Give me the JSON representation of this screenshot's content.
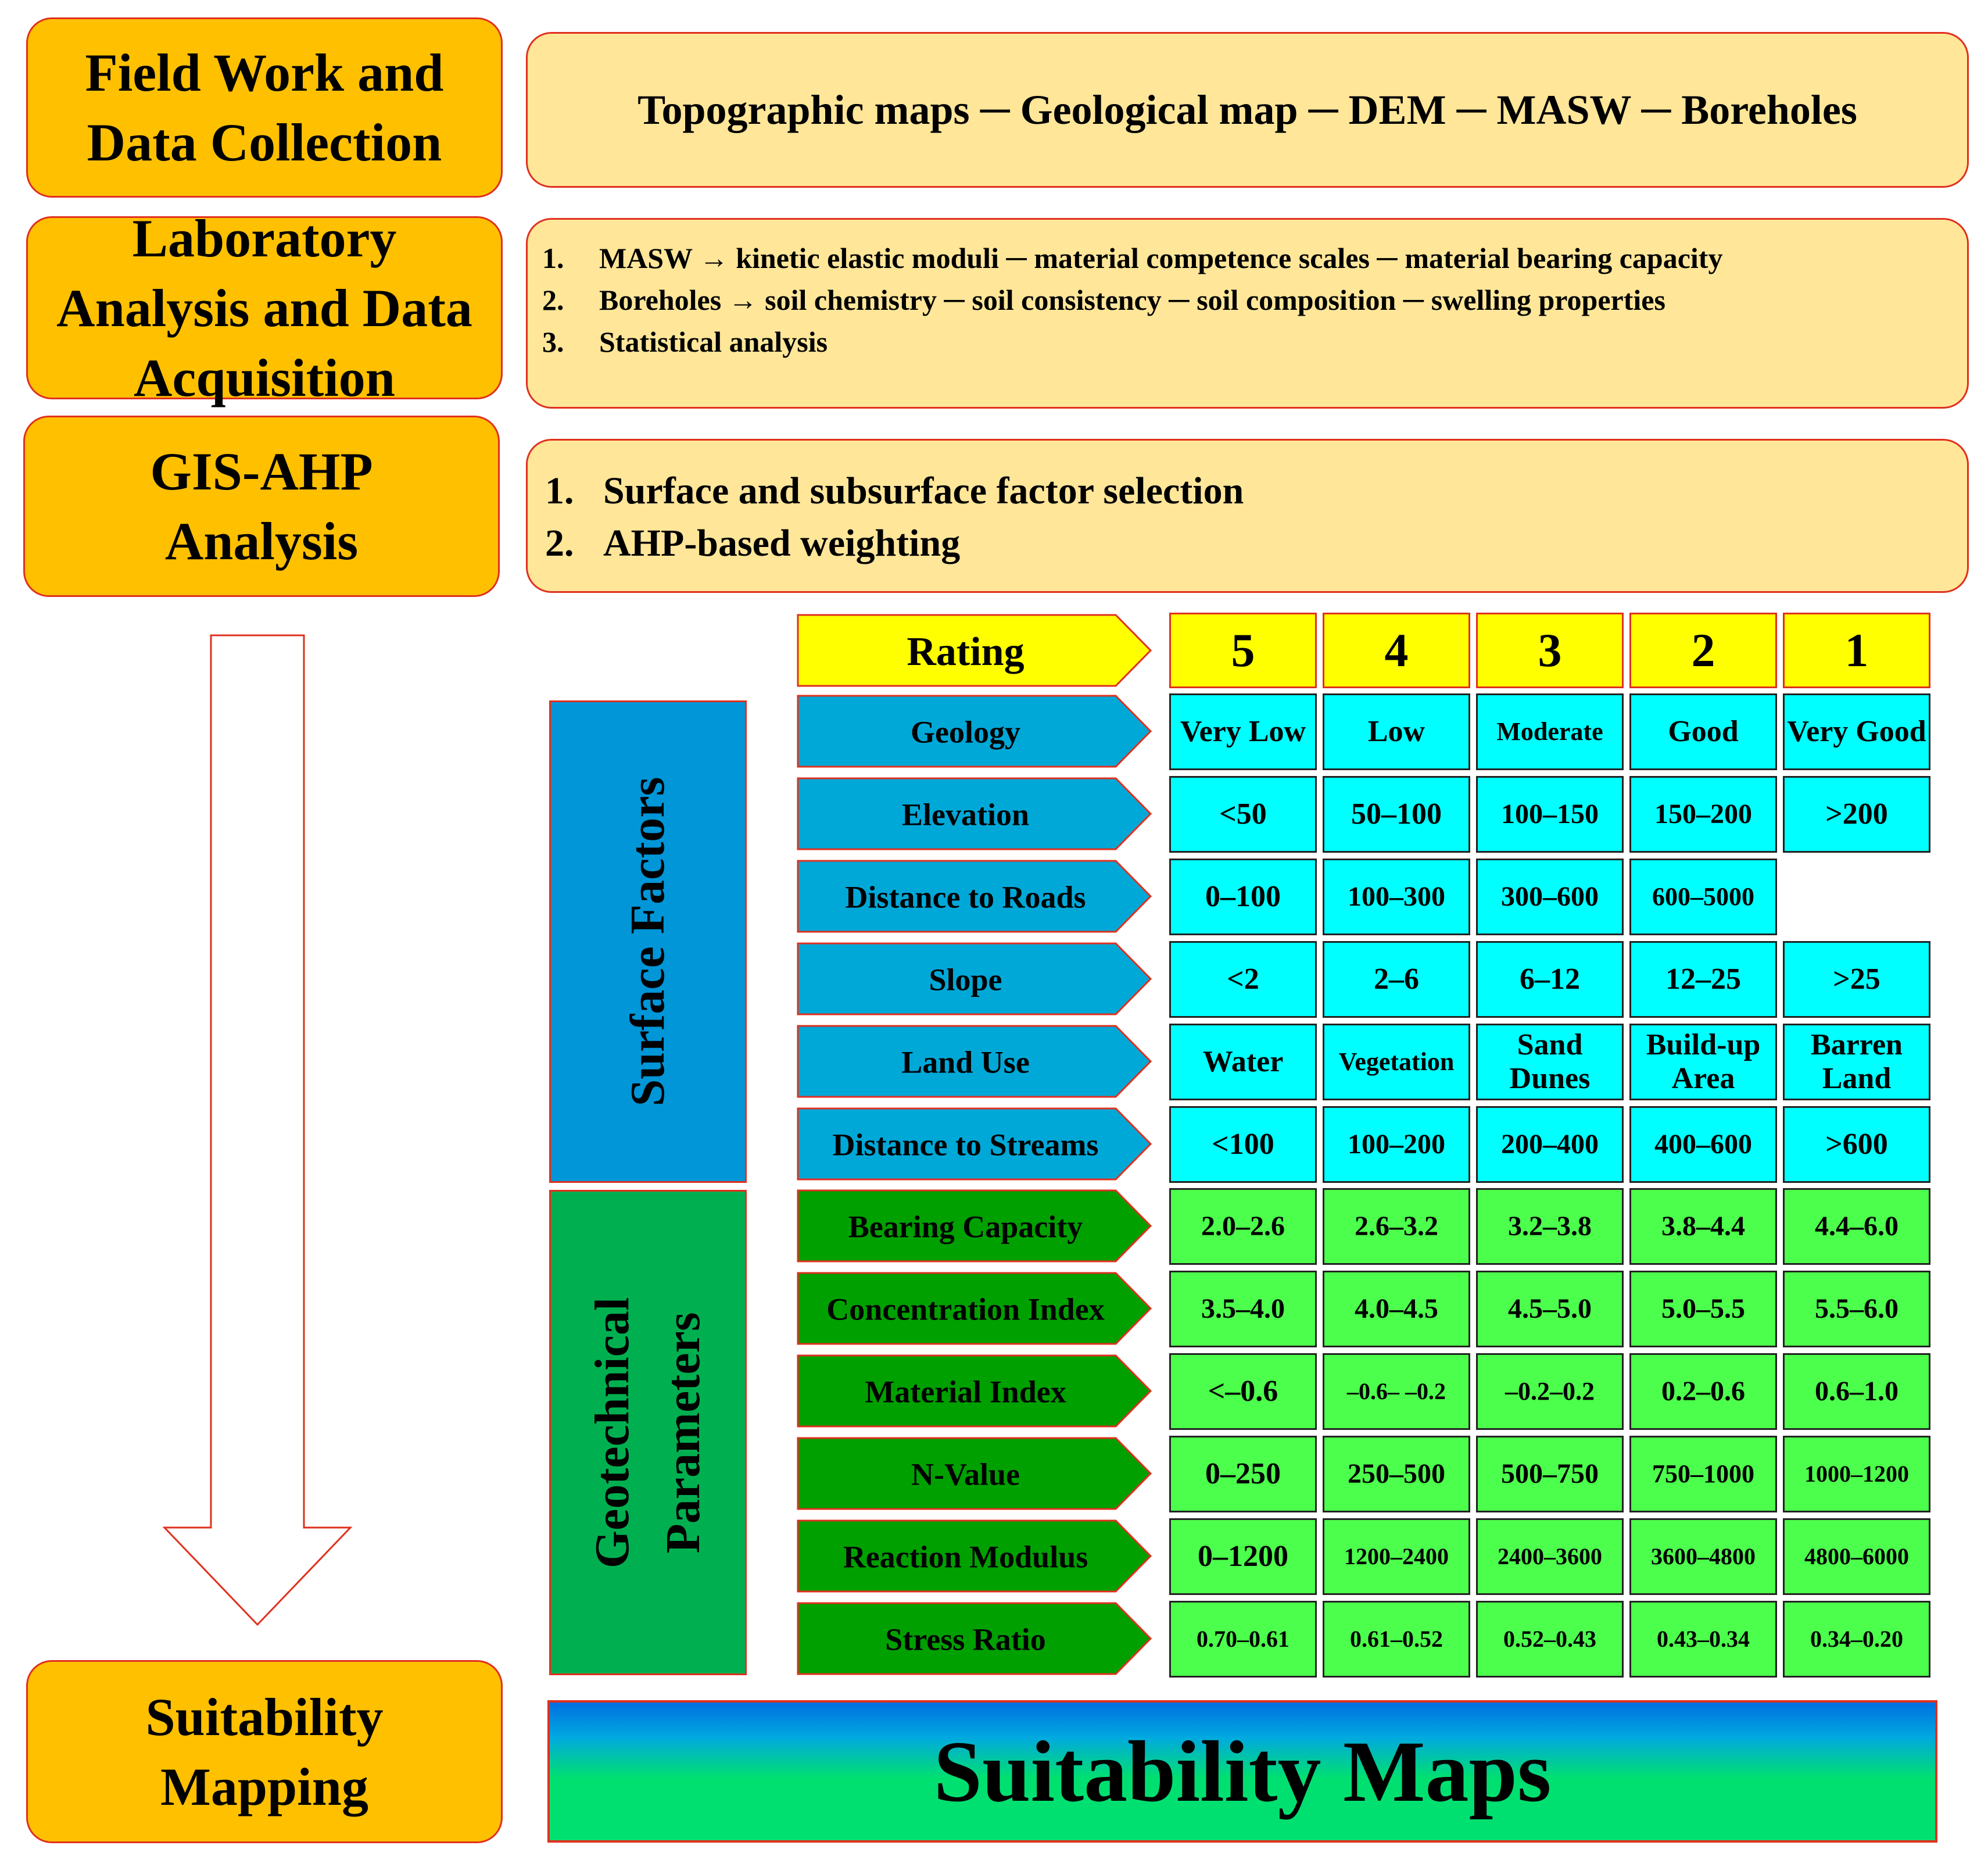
{
  "stages": {
    "field": "Field Work and Data Collection",
    "lab": "Laboratory Analysis and Data Acquisition",
    "gis": "GIS-AHP Analysis",
    "mapping": "Suitability Mapping"
  },
  "field_desc": "Topographic maps ─ Geological map ─ DEM ─ MASW ─ Boreholes",
  "lab_items": [
    {
      "num": "1.",
      "text": "MASW → kinetic elastic moduli ─ material competence scales ─ material bearing capacity"
    },
    {
      "num": "2.",
      "text": "Boreholes → soil chemistry ─ soil consistency ─ soil composition ─ swelling properties"
    },
    {
      "num": "3.",
      "text": "Statistical analysis"
    }
  ],
  "gis_items": [
    {
      "num": "1.",
      "text": "Surface and subsurface factor selection"
    },
    {
      "num": "2.",
      "text": "AHP-based weighting"
    }
  ],
  "rating": {
    "label": "Rating",
    "values": [
      "5",
      "4",
      "3",
      "2",
      "1"
    ]
  },
  "groups": {
    "surface": "Surface Factors",
    "geotech": "Geotechnical Parameters"
  },
  "surface_factors": [
    {
      "name": "Geology",
      "values": [
        "Very Low",
        "Low",
        "Moderate",
        "Good",
        "Very Good"
      ]
    },
    {
      "name": "Elevation",
      "values": [
        "<50",
        "50–100",
        "100–150",
        "150–200",
        ">200"
      ]
    },
    {
      "name": "Distance to Roads",
      "values": [
        "0–100",
        "100–300",
        "300–600",
        "600–5000",
        ""
      ]
    },
    {
      "name": "Slope",
      "values": [
        "<2",
        "2–6",
        "6–12",
        "12–25",
        ">25"
      ]
    },
    {
      "name": "Land Use",
      "values": [
        "Water",
        "Vegetation",
        "Sand Dunes",
        "Build-up Area",
        "Barren Land"
      ]
    },
    {
      "name": "Distance to Streams",
      "values": [
        "<100",
        "100–200",
        "200–400",
        "400–600",
        ">600"
      ]
    }
  ],
  "geotech_factors": [
    {
      "name": "Bearing Capacity",
      "values": [
        "2.0–2.6",
        "2.6–3.2",
        "3.2–3.8",
        "3.8–4.4",
        "4.4–6.0"
      ]
    },
    {
      "name": "Concentration Index",
      "values": [
        "3.5–4.0",
        "4.0–4.5",
        "4.5–5.0",
        "5.0–5.5",
        "5.5–6.0"
      ]
    },
    {
      "name": "Material Index",
      "values": [
        "<–0.6",
        "–0.6– –0.2",
        "–0.2–0.2",
        "0.2–0.6",
        "0.6–1.0"
      ]
    },
    {
      "name": "N-Value",
      "values": [
        "0–250",
        "250–500",
        "500–750",
        "750–1000",
        "1000–1200"
      ]
    },
    {
      "name": "Reaction Modulus",
      "values": [
        "0–1200",
        "1200–2400",
        "2400–3600",
        "3600–4800",
        "4800–6000"
      ]
    },
    {
      "name": "Stress Ratio",
      "values": [
        "0.70–0.61",
        "0.61–0.52",
        "0.52–0.43",
        "0.43–0.34",
        "0.34–0.20"
      ]
    }
  ],
  "result": "Suitability Maps",
  "colors": {
    "stage_fill": "#FFC000",
    "desc_fill": "#FFE699",
    "border_red": "#E0301E",
    "rating_fill": "#FFFF00",
    "surface_cell": "#00FFFF",
    "surface_label": "#00A8D8",
    "surface_band": "#0096D8",
    "geotech_cell": "#4CFF4C",
    "geotech_label": "#00A000",
    "geotech_band": "#00B050",
    "map_top": "#0070E0",
    "map_bottom": "#00E070"
  }
}
